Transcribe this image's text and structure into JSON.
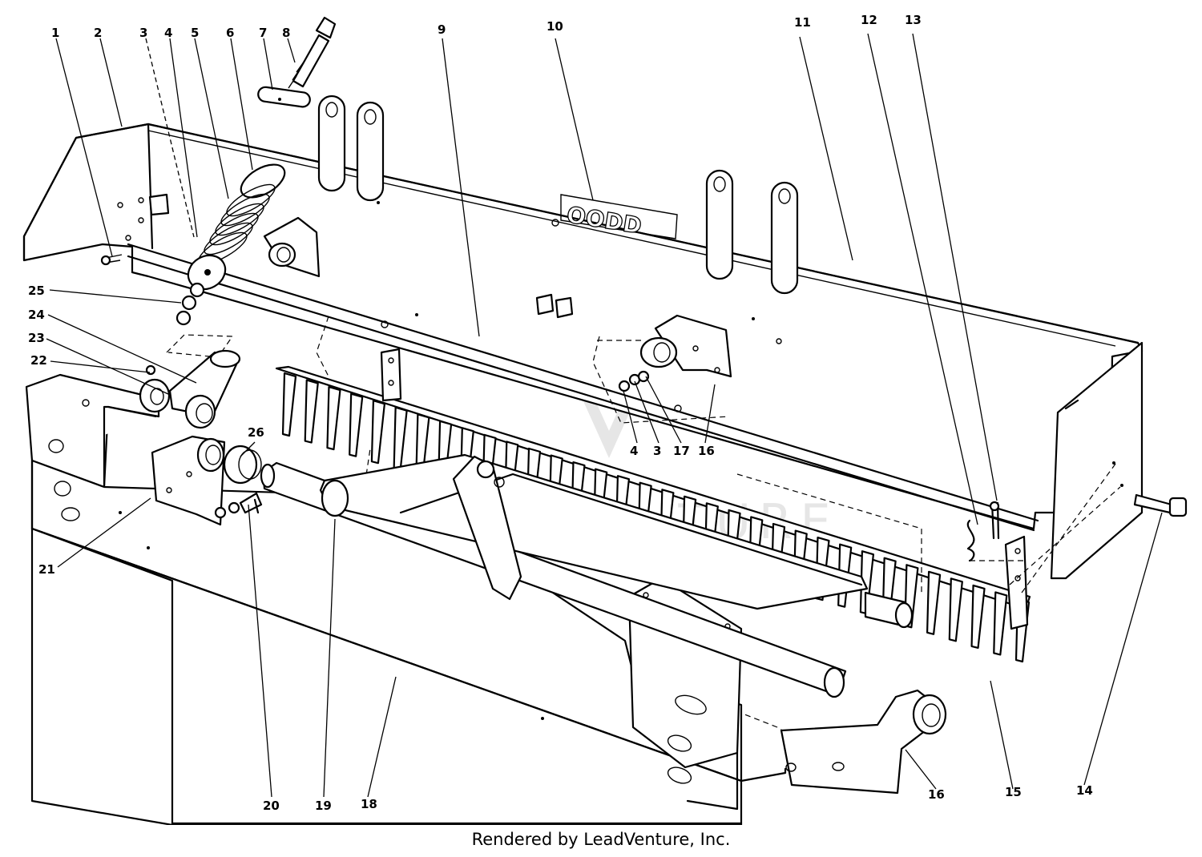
{
  "diagram": {
    "callouts": [
      {
        "id": "1",
        "text": "1"
      },
      {
        "id": "2",
        "text": "2"
      },
      {
        "id": "3",
        "text": "3"
      },
      {
        "id": "4",
        "text": "4"
      },
      {
        "id": "5",
        "text": "5"
      },
      {
        "id": "6",
        "text": "6"
      },
      {
        "id": "7",
        "text": "7"
      },
      {
        "id": "8",
        "text": "8"
      },
      {
        "id": "9",
        "text": "9"
      },
      {
        "id": "10",
        "text": "10"
      },
      {
        "id": "11",
        "text": "11"
      },
      {
        "id": "12",
        "text": "12"
      },
      {
        "id": "13",
        "text": "13"
      },
      {
        "id": "25",
        "text": "25"
      },
      {
        "id": "24",
        "text": "24"
      },
      {
        "id": "23",
        "text": "23"
      },
      {
        "id": "22",
        "text": "22"
      },
      {
        "id": "26",
        "text": "26"
      },
      {
        "id": "4b",
        "text": "4"
      },
      {
        "id": "3b",
        "text": "3"
      },
      {
        "id": "17",
        "text": "17"
      },
      {
        "id": "16a",
        "text": "16"
      },
      {
        "id": "21",
        "text": "21"
      },
      {
        "id": "20",
        "text": "20"
      },
      {
        "id": "19",
        "text": "19"
      },
      {
        "id": "18",
        "text": "18"
      },
      {
        "id": "16b",
        "text": "16"
      },
      {
        "id": "15",
        "text": "15"
      },
      {
        "id": "14",
        "text": "14"
      }
    ],
    "decal_text": "OODD",
    "watermark": "LEADVENTURE"
  },
  "footer": {
    "credit": "Rendered by LeadVenture, Inc."
  }
}
